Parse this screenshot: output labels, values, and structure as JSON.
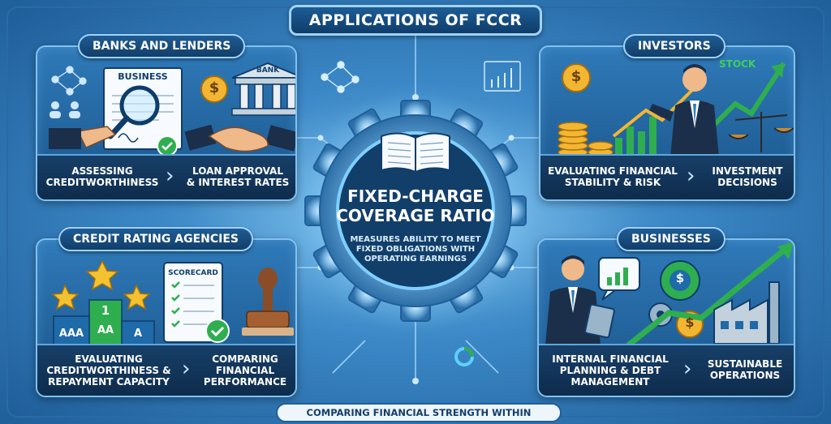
{
  "title": "APPLICATIONS OF FCCR",
  "center": {
    "heading_line1": "FIXED-CHARGE",
    "heading_line2": "COVERAGE RATIO",
    "sub_line1": "MEASURES ABILITY TO MEET",
    "sub_line2": "FIXED OBLIGATIONS WITH",
    "sub_line3": "OPERATING EARNINGS"
  },
  "panels": {
    "banks": {
      "tag": "BANKS AND LENDERS",
      "doc_label": "BUSINESS",
      "building_label": "BANK",
      "cap1_line1": "ASSESSING",
      "cap1_line2": "CREDITWORTHINESS",
      "cap2_line1": "LOAN APPROVAL",
      "cap2_line2": "& INTEREST RATES"
    },
    "investors": {
      "tag": "INVESTORS",
      "stock_label": "STOCK",
      "cap1_line1": "EVALUATING FINANCIAL",
      "cap1_line2": "STABILITY & RISK",
      "cap2_line1": "INVESTMENT",
      "cap2_line2": "DECISIONS"
    },
    "agencies": {
      "tag": "CREDIT RATING AGENCIES",
      "scorecard_label": "SCORECARD",
      "podium_labels": [
        "AAA",
        "AA",
        "A"
      ],
      "podium_rank": "1",
      "cap1_line1": "EVALUATING",
      "cap1_line2": "CREDITWORTHINESS &",
      "cap1_line3": "REPAYMENT CAPACITY",
      "cap2_line1": "COMPARING",
      "cap2_line2": "FINANCIAL",
      "cap2_line3": "PERFORMANCE"
    },
    "businesses": {
      "tag": "BUSINESSES",
      "cap1_line1": "INTERNAL FINANCIAL",
      "cap1_line2": "PLANNING & DEBT",
      "cap1_line3": "MANAGEMENT",
      "cap2_line1": "SUSTAINABLE",
      "cap2_line2": "OPERATIONS"
    }
  },
  "footer": "COMPARING FINANCIAL STRENGTH WITHIN INDUSTRIES",
  "icons": {
    "dollar": "$",
    "check": "✓",
    "chevron": "›",
    "star": "★"
  },
  "colors": {
    "navy": "#123e6a",
    "gold": "#f2b632",
    "green": "#2fae4f",
    "accent_light": "#9fd3ff"
  }
}
